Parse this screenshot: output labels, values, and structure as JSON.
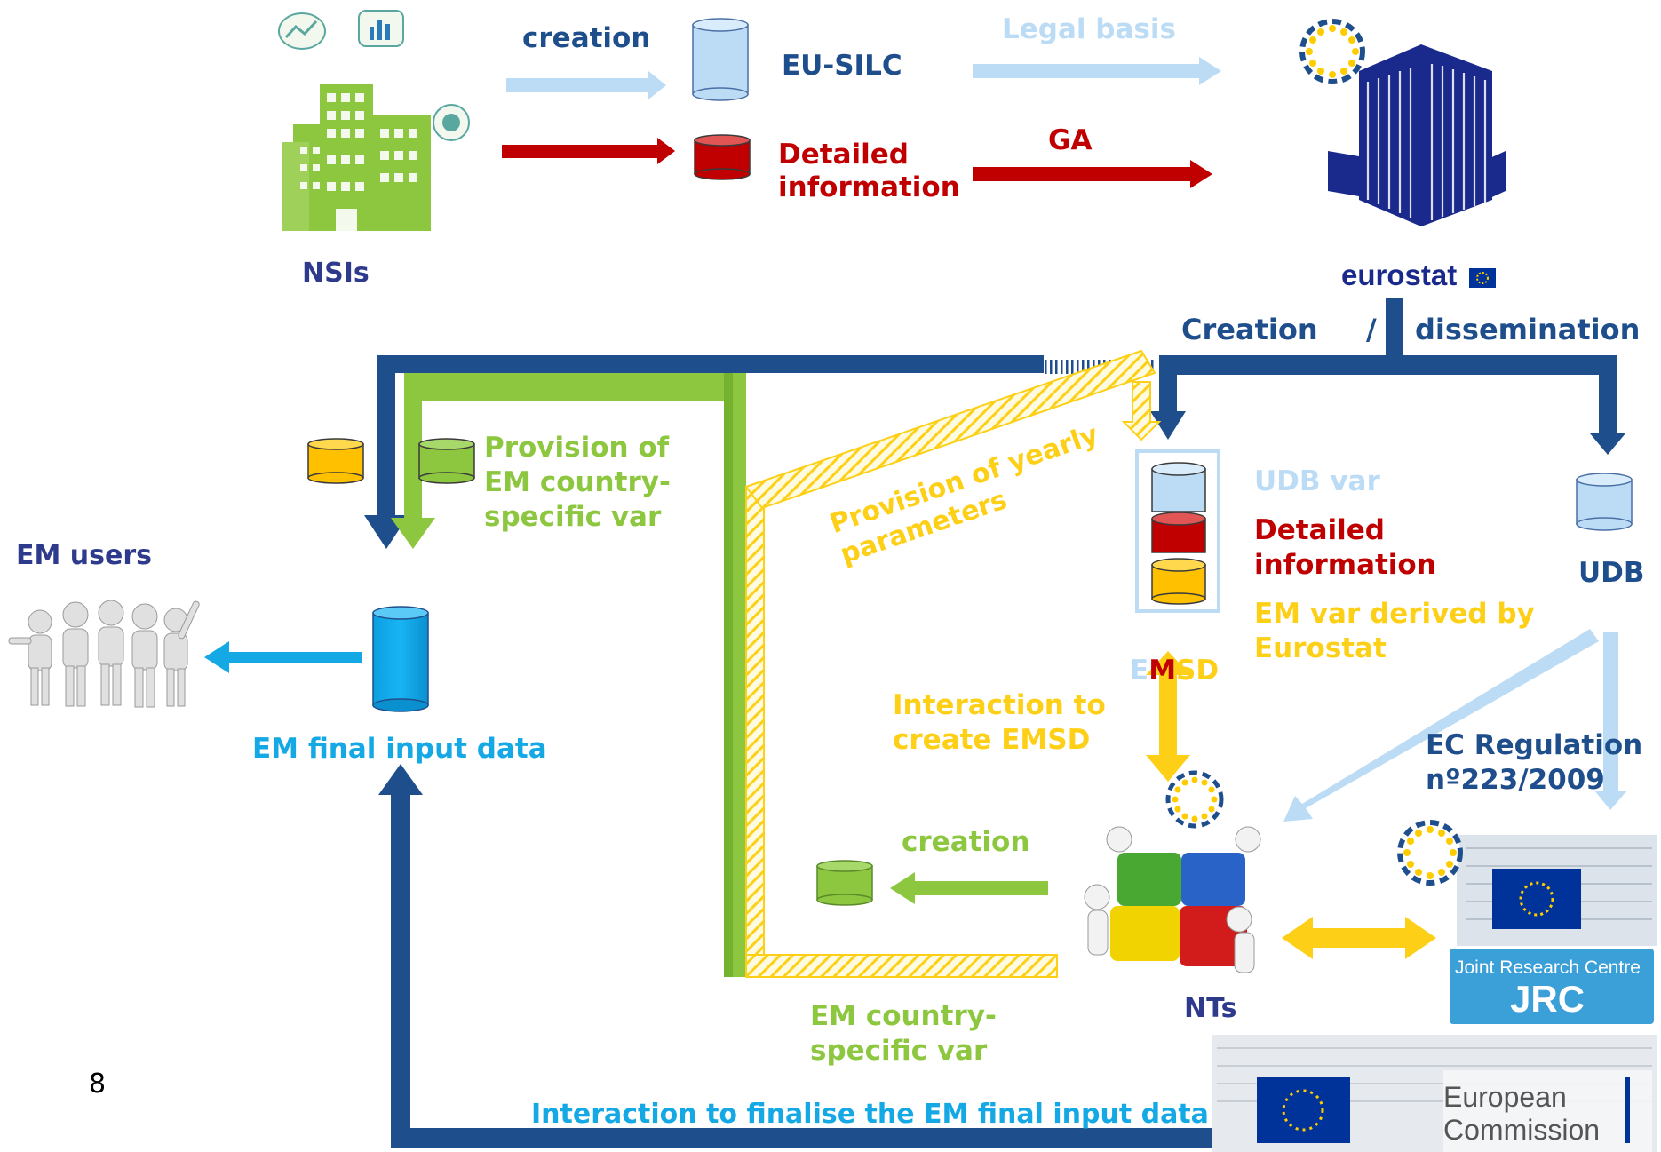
{
  "slide_number": "8",
  "actors": {
    "nsis": "NSIs",
    "eurostat_logo": "eurostat",
    "em_users": "EM users",
    "nts": "NTs",
    "jrc_line1": "Joint Research Centre",
    "jrc_line2": "JRC",
    "ec_logo_line1": "European",
    "ec_logo_line2": "Commission"
  },
  "labels": {
    "creation_top": "creation",
    "eu_silc": "EU-SILC",
    "legal_basis": "Legal basis",
    "detailed_info_top": "Detailed\ninformation",
    "ga": "GA",
    "creation_dissemination_1": "Creation",
    "creation_dissemination_slash": "/",
    "creation_dissemination_2": "dissemination",
    "provision_em_country": "Provision of\nEM country-\nspecific var",
    "provision_yearly": "Provision of yearly\nparameters",
    "udb_var": "UDB var",
    "detailed_info_emsd": "Detailed\ninformation",
    "em_var_derived": "EM var derived by\nEurostat",
    "emsd_e": "E",
    "emsd_m": "M",
    "emsd_sd": "SD",
    "udb": "UDB",
    "interaction_emsd": "Interaction to\ncreate EMSD",
    "ec_regulation": "EC Regulation\nnº223/2009",
    "em_final_input": "EM final input data",
    "creation_nts": "creation",
    "em_country_specific": "EM country-\nspecific var",
    "interaction_finalise": "Interaction to finalise the EM final input data"
  },
  "colors": {
    "navy": "#1f4e8c",
    "dark_blue_text": "#2e3a8c",
    "red": "#c00000",
    "green": "#8dc63f",
    "yellow": "#fdd017",
    "light_blue": "#bcdcf5",
    "cyan": "#14a8e5",
    "eu_blue": "#003399",
    "eu_star": "#ffcc00"
  }
}
